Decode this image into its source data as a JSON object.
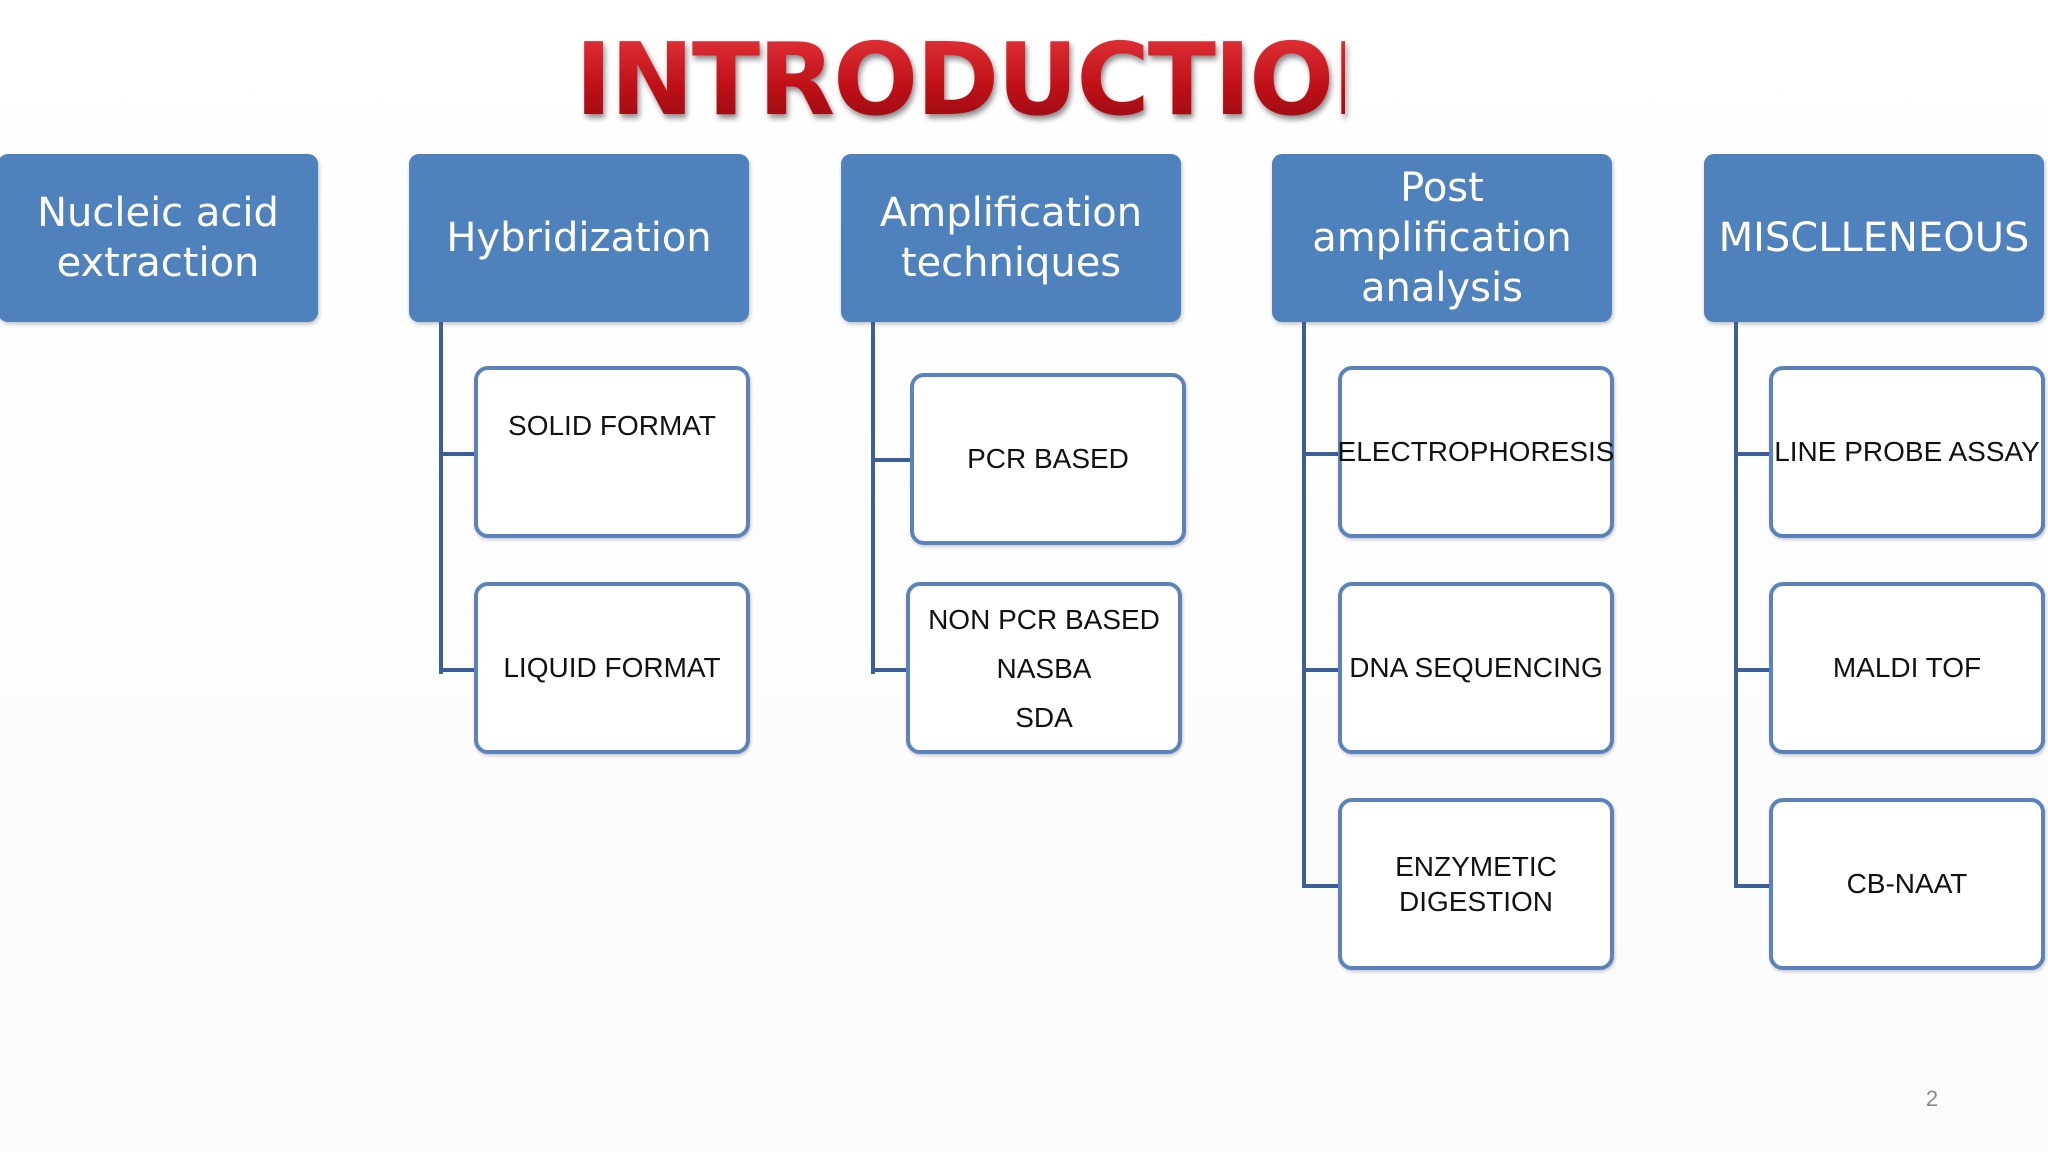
{
  "title": "INTRODUCTION",
  "page_number": "2",
  "colors": {
    "title": "#c8161d",
    "header_fill": "#4f81bd",
    "child_border": "#5a82bd",
    "connector": "#3b5f96"
  },
  "categories": [
    {
      "label": "Nucleic acid\nextraction",
      "children": []
    },
    {
      "label": "Hybridization",
      "children": [
        {
          "lines": [
            "SOLID FORMAT"
          ]
        },
        {
          "lines": [
            "LIQUID FORMAT"
          ]
        }
      ]
    },
    {
      "label": "Amplification\ntechniques",
      "children": [
        {
          "lines": [
            "PCR BASED"
          ]
        },
        {
          "lines": [
            "NON PCR BASED",
            "NASBA",
            "SDA"
          ]
        }
      ]
    },
    {
      "label": "Post\namplification\nanalysis",
      "children": [
        {
          "lines": [
            "ELECTROPHORESIS"
          ]
        },
        {
          "lines": [
            "DNA SEQUENCING"
          ]
        },
        {
          "lines": [
            "ENZYMETIC",
            "DIGESTION"
          ]
        }
      ]
    },
    {
      "label": "MISCLLENEOUS",
      "children": [
        {
          "lines": [
            "LINE PROBE ASSAY"
          ]
        },
        {
          "lines": [
            "MALDI TOF"
          ]
        },
        {
          "lines": [
            "CB-NAAT"
          ]
        }
      ]
    }
  ]
}
